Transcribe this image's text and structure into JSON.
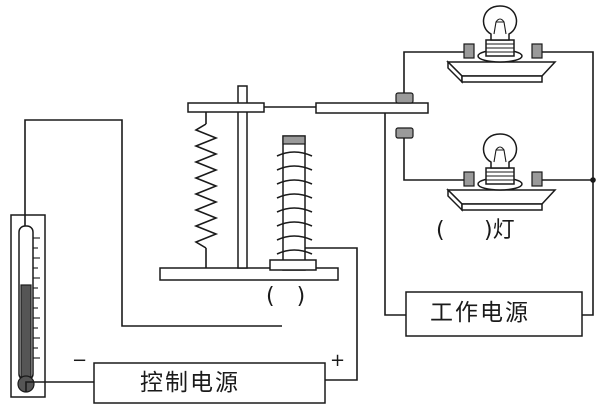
{
  "labels": {
    "control_power": "控制电源",
    "work_power": "工作电源",
    "relay_blank": "(　)",
    "lamp_blank_left": "(",
    "lamp_blank_right": ")灯",
    "minus": "−",
    "plus": "+"
  },
  "colors": {
    "line": "#1a1a1a",
    "mercury": "#555555",
    "metal": "#9a9a9a"
  }
}
